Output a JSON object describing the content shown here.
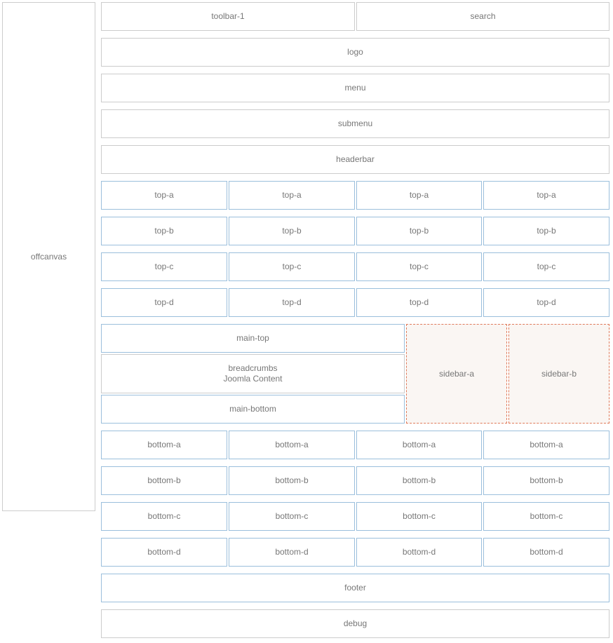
{
  "offcanvas": {
    "label": "offcanvas"
  },
  "header": {
    "toolbar_1": "toolbar-1",
    "search": "search",
    "logo": "logo",
    "menu": "menu",
    "submenu": "submenu",
    "headerbar": "headerbar"
  },
  "top_rows": [
    {
      "label": "top-a",
      "columns": [
        "top-a",
        "top-a",
        "top-a",
        "top-a"
      ]
    },
    {
      "label": "top-b",
      "columns": [
        "top-b",
        "top-b",
        "top-b",
        "top-b"
      ]
    },
    {
      "label": "top-c",
      "columns": [
        "top-c",
        "top-c",
        "top-c",
        "top-c"
      ]
    },
    {
      "label": "top-d",
      "columns": [
        "top-d",
        "top-d",
        "top-d",
        "top-d"
      ]
    }
  ],
  "main": {
    "main_top": "main-top",
    "breadcrumbs": "breadcrumbs",
    "content": "Joomla Content",
    "main_bottom": "main-bottom",
    "sidebar_a": "sidebar-a",
    "sidebar_b": "sidebar-b"
  },
  "bottom_rows": [
    {
      "label": "bottom-a",
      "columns": [
        "bottom-a",
        "bottom-a",
        "bottom-a",
        "bottom-a"
      ]
    },
    {
      "label": "bottom-b",
      "columns": [
        "bottom-b",
        "bottom-b",
        "bottom-b",
        "bottom-b"
      ]
    },
    {
      "label": "bottom-c",
      "columns": [
        "bottom-c",
        "bottom-c",
        "bottom-c",
        "bottom-c"
      ]
    },
    {
      "label": "bottom-d",
      "columns": [
        "bottom-d",
        "bottom-d",
        "bottom-d",
        "bottom-d"
      ]
    }
  ],
  "footer": {
    "label": "footer"
  },
  "debug": {
    "label": "debug"
  },
  "colors": {
    "gray_border": "#cccccc",
    "blue_border": "#9bbfdc",
    "sidebar_border": "#e07a5a",
    "sidebar_bg": "#faf6f3",
    "text": "#777777"
  }
}
